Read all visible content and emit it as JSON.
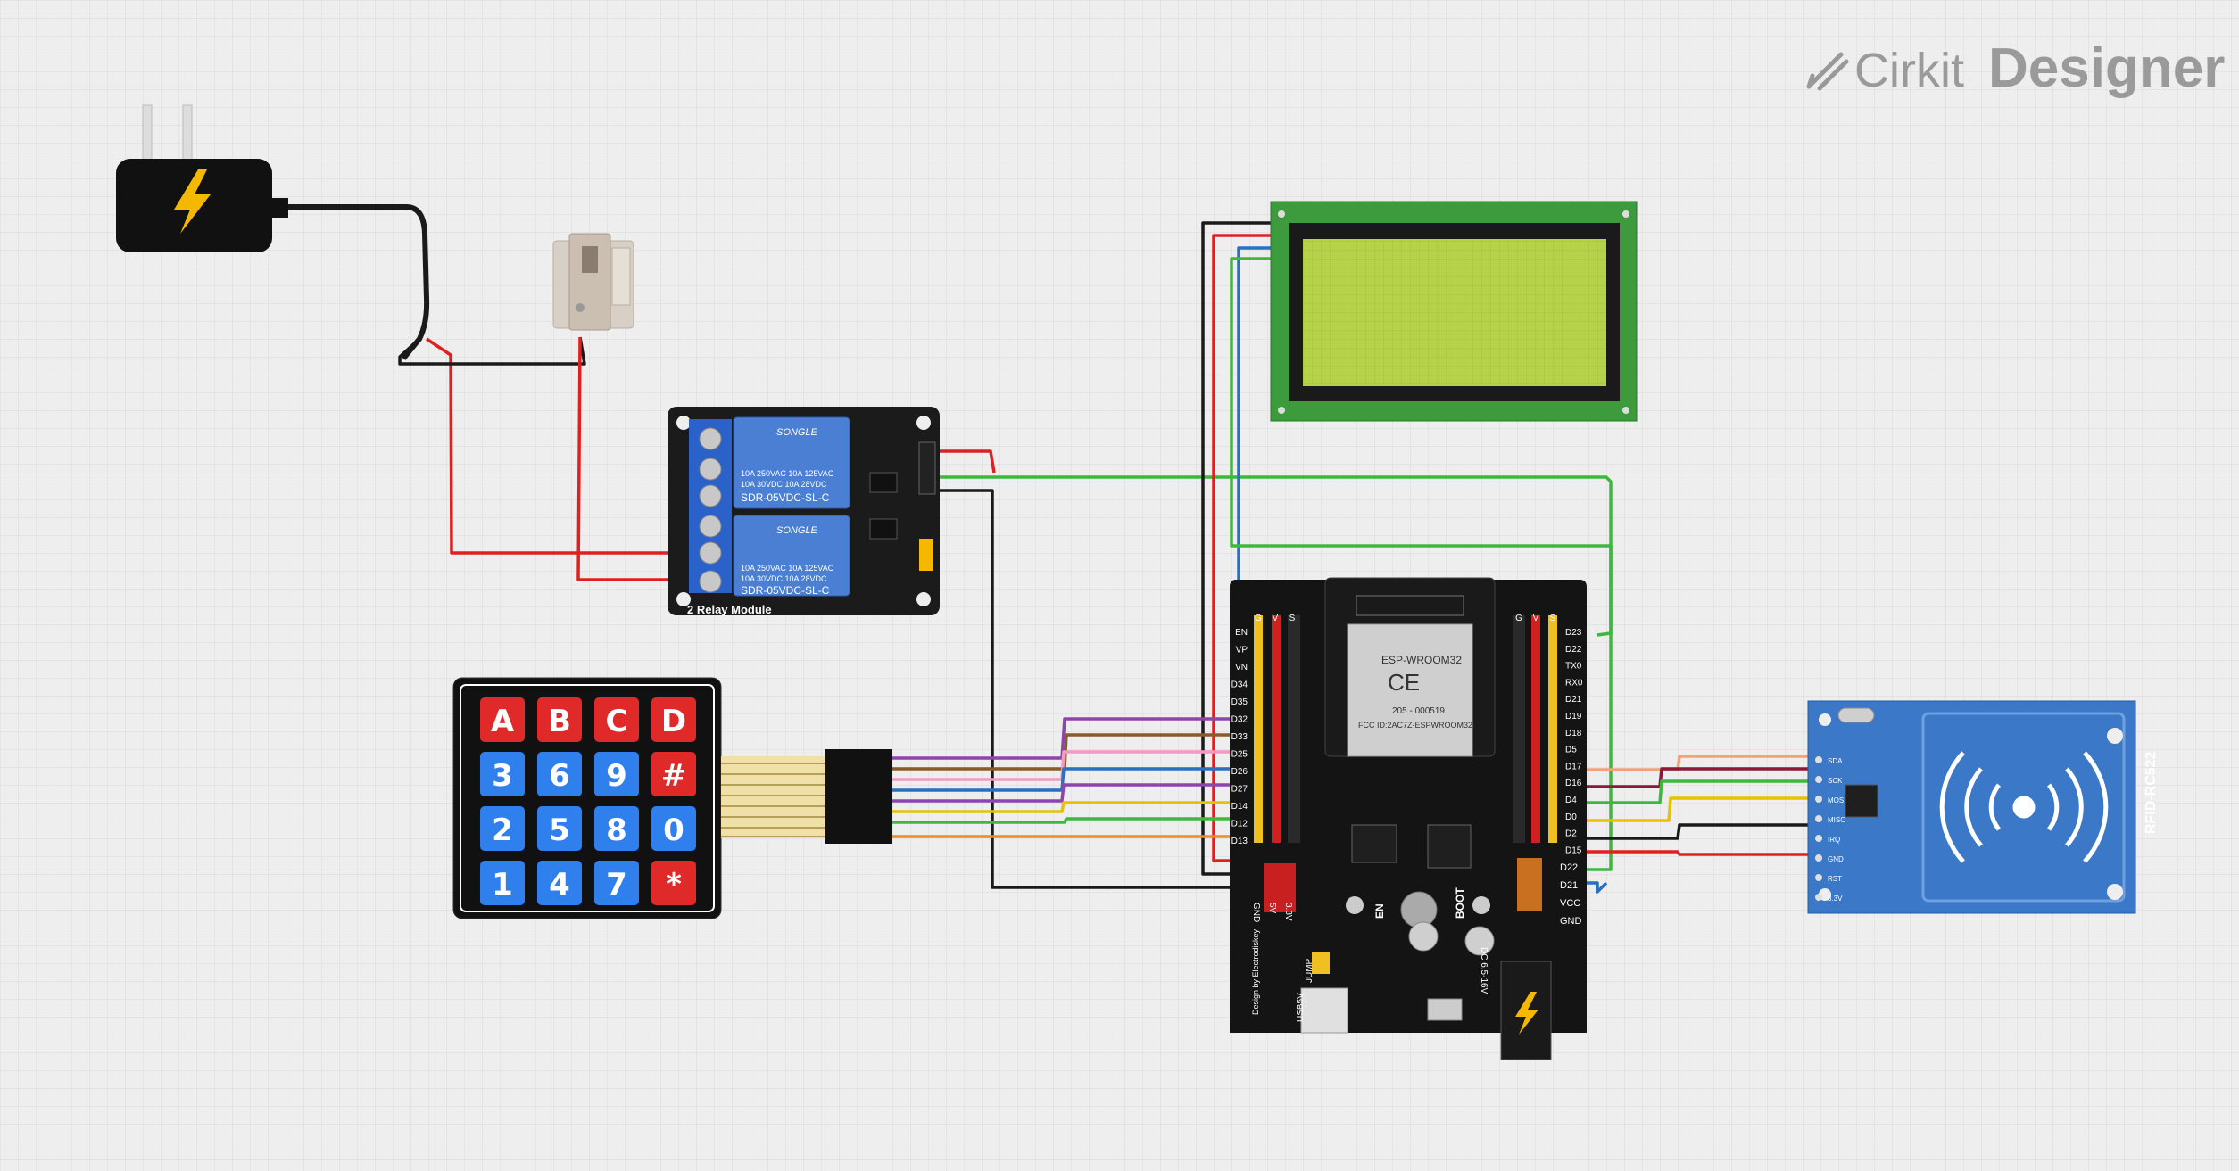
{
  "brand": {
    "word1": "Cirkit",
    "word2": "Designer"
  },
  "keypad": {
    "rows": [
      [
        "A",
        "B",
        "C",
        "D"
      ],
      [
        "3",
        "6",
        "9",
        "#"
      ],
      [
        "2",
        "5",
        "8",
        "0"
      ],
      [
        "1",
        "4",
        "7",
        "*"
      ]
    ],
    "red_keys": [
      "A",
      "B",
      "C",
      "D",
      "#",
      "*"
    ]
  },
  "relay": {
    "title": "2 Relay Module",
    "relays": [
      {
        "brand": "SONGLE",
        "line1": "10A 250VAC 10A 125VAC",
        "line2": "10A  30VDC 10A  28VDC",
        "model": "SDR-05VDC-SL-C"
      },
      {
        "brand": "SONGLE",
        "line1": "10A 250VAC 10A 125VAC",
        "line2": "10A  30VDC 10A  28VDC",
        "model": "SDR-05VDC-SL-C"
      }
    ]
  },
  "esp32": {
    "module": "ESP-WROOM32",
    "ce": "CE",
    "cert": "205 - 000519",
    "fcc": "FCC ID:2AC7Z-ESPWROOM32",
    "left_pins": [
      "EN",
      "VP",
      "VN",
      "D34",
      "D35",
      "D32",
      "D33",
      "D25",
      "D26",
      "D27",
      "D14",
      "D12",
      "D13"
    ],
    "right_pins": [
      "D23",
      "D22",
      "TX0",
      "RX0",
      "D21",
      "D19",
      "D18",
      "D5",
      "D17",
      "D16",
      "D4",
      "D0",
      "D2",
      "D15"
    ],
    "header_left": [
      "G",
      "V",
      "S"
    ],
    "header_right": [
      "G",
      "V",
      "S"
    ],
    "i2c_pins": [
      "D22",
      "D21",
      "VCC",
      "GND"
    ],
    "power_pins": [
      "GND",
      "5V",
      "3.3V"
    ],
    "btn_en": "EN",
    "btn_boot": "BOOT",
    "jump": "JUMP",
    "usb": "USB5V",
    "dc": "DC 6.5-16V",
    "design": "Design by Electrodiskey"
  },
  "rfid": {
    "label": "RFID-RC522",
    "pins": [
      "3.3V",
      "RST",
      "GND",
      "IRQ",
      "MISO",
      "MOSI",
      "SCK",
      "SDA"
    ]
  },
  "colors": {
    "background": "#eeeeee",
    "grid": "#d9d9d9",
    "wire_red": "#e02020",
    "wire_black": "#1a1a1a",
    "wire_green": "#3db83d",
    "wire_blue": "#2a6fc0",
    "wire_purple": "#8e44ad",
    "wire_brown": "#8b5a2b",
    "wire_pink": "#f49ac2",
    "wire_yellow": "#e6c200",
    "wire_orange": "#f08a20",
    "wire_salmon": "#f4a07a",
    "wire_maroon": "#8b1a3a",
    "lcd_green": "#b6d24a",
    "relay_blue": "#4a7fd4",
    "rfid_blue": "#3c78c8",
    "key_blue": "#2f80ed",
    "key_red": "#e02a2a"
  }
}
